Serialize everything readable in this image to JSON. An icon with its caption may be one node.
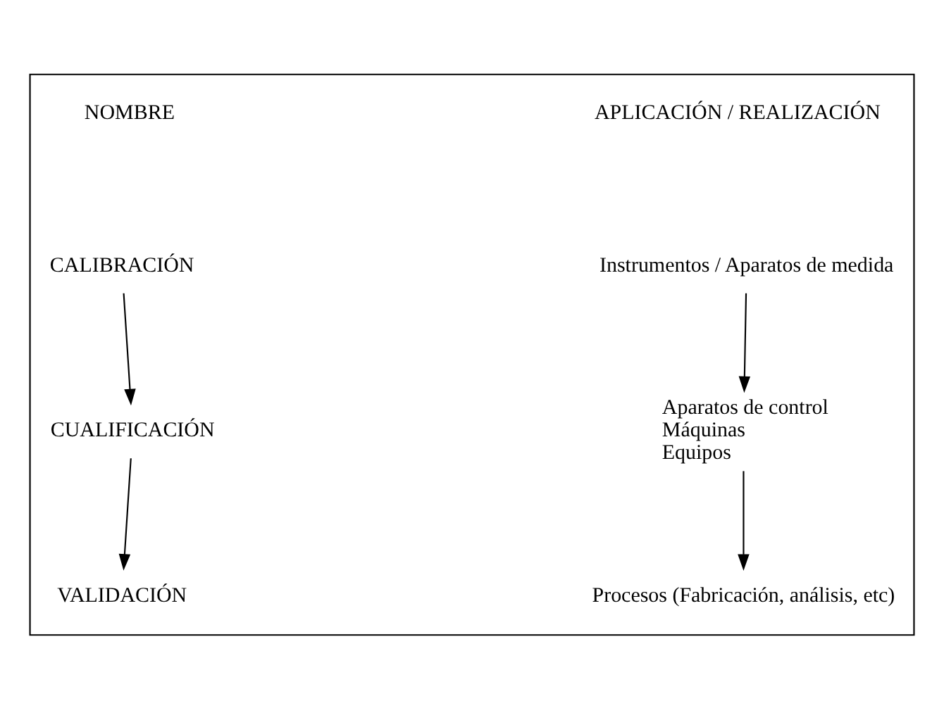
{
  "diagram": {
    "nodes": [
      {
        "text": [],
        "shape": "box"
      },
      {
        "text": [
          "CALIBRACIÓN"
        ],
        "in": 0
      },
      {
        "text": [
          "Instrumentos / Aparatos de medida"
        ],
        "in": 0
      },
      {
        "text": [
          "CUALIFICACIÓN"
        ],
        "in": 0
      },
      {
        "text": [
          "Aparatos de control",
          "Máquinas",
          "Equipos"
        ],
        "in": 0
      },
      {
        "text": [
          "VALIDACIÓN"
        ],
        "in": 0
      },
      {
        "text": [
          "Procesos (Fabricación, análisis, etc)"
        ],
        "in": 0
      }
    ],
    "edges": [
      {
        "from": 1,
        "to": 3,
        "arrow": "to"
      },
      {
        "from": 3,
        "to": 5,
        "arrow": "to"
      },
      {
        "from": 2,
        "to": 4,
        "arrow": "to"
      },
      {
        "from": 4,
        "to": 6,
        "arrow": "to"
      }
    ],
    "labels": [
      "NOMBRE",
      "APLICACIÓN / REALIZACIÓN"
    ]
  }
}
